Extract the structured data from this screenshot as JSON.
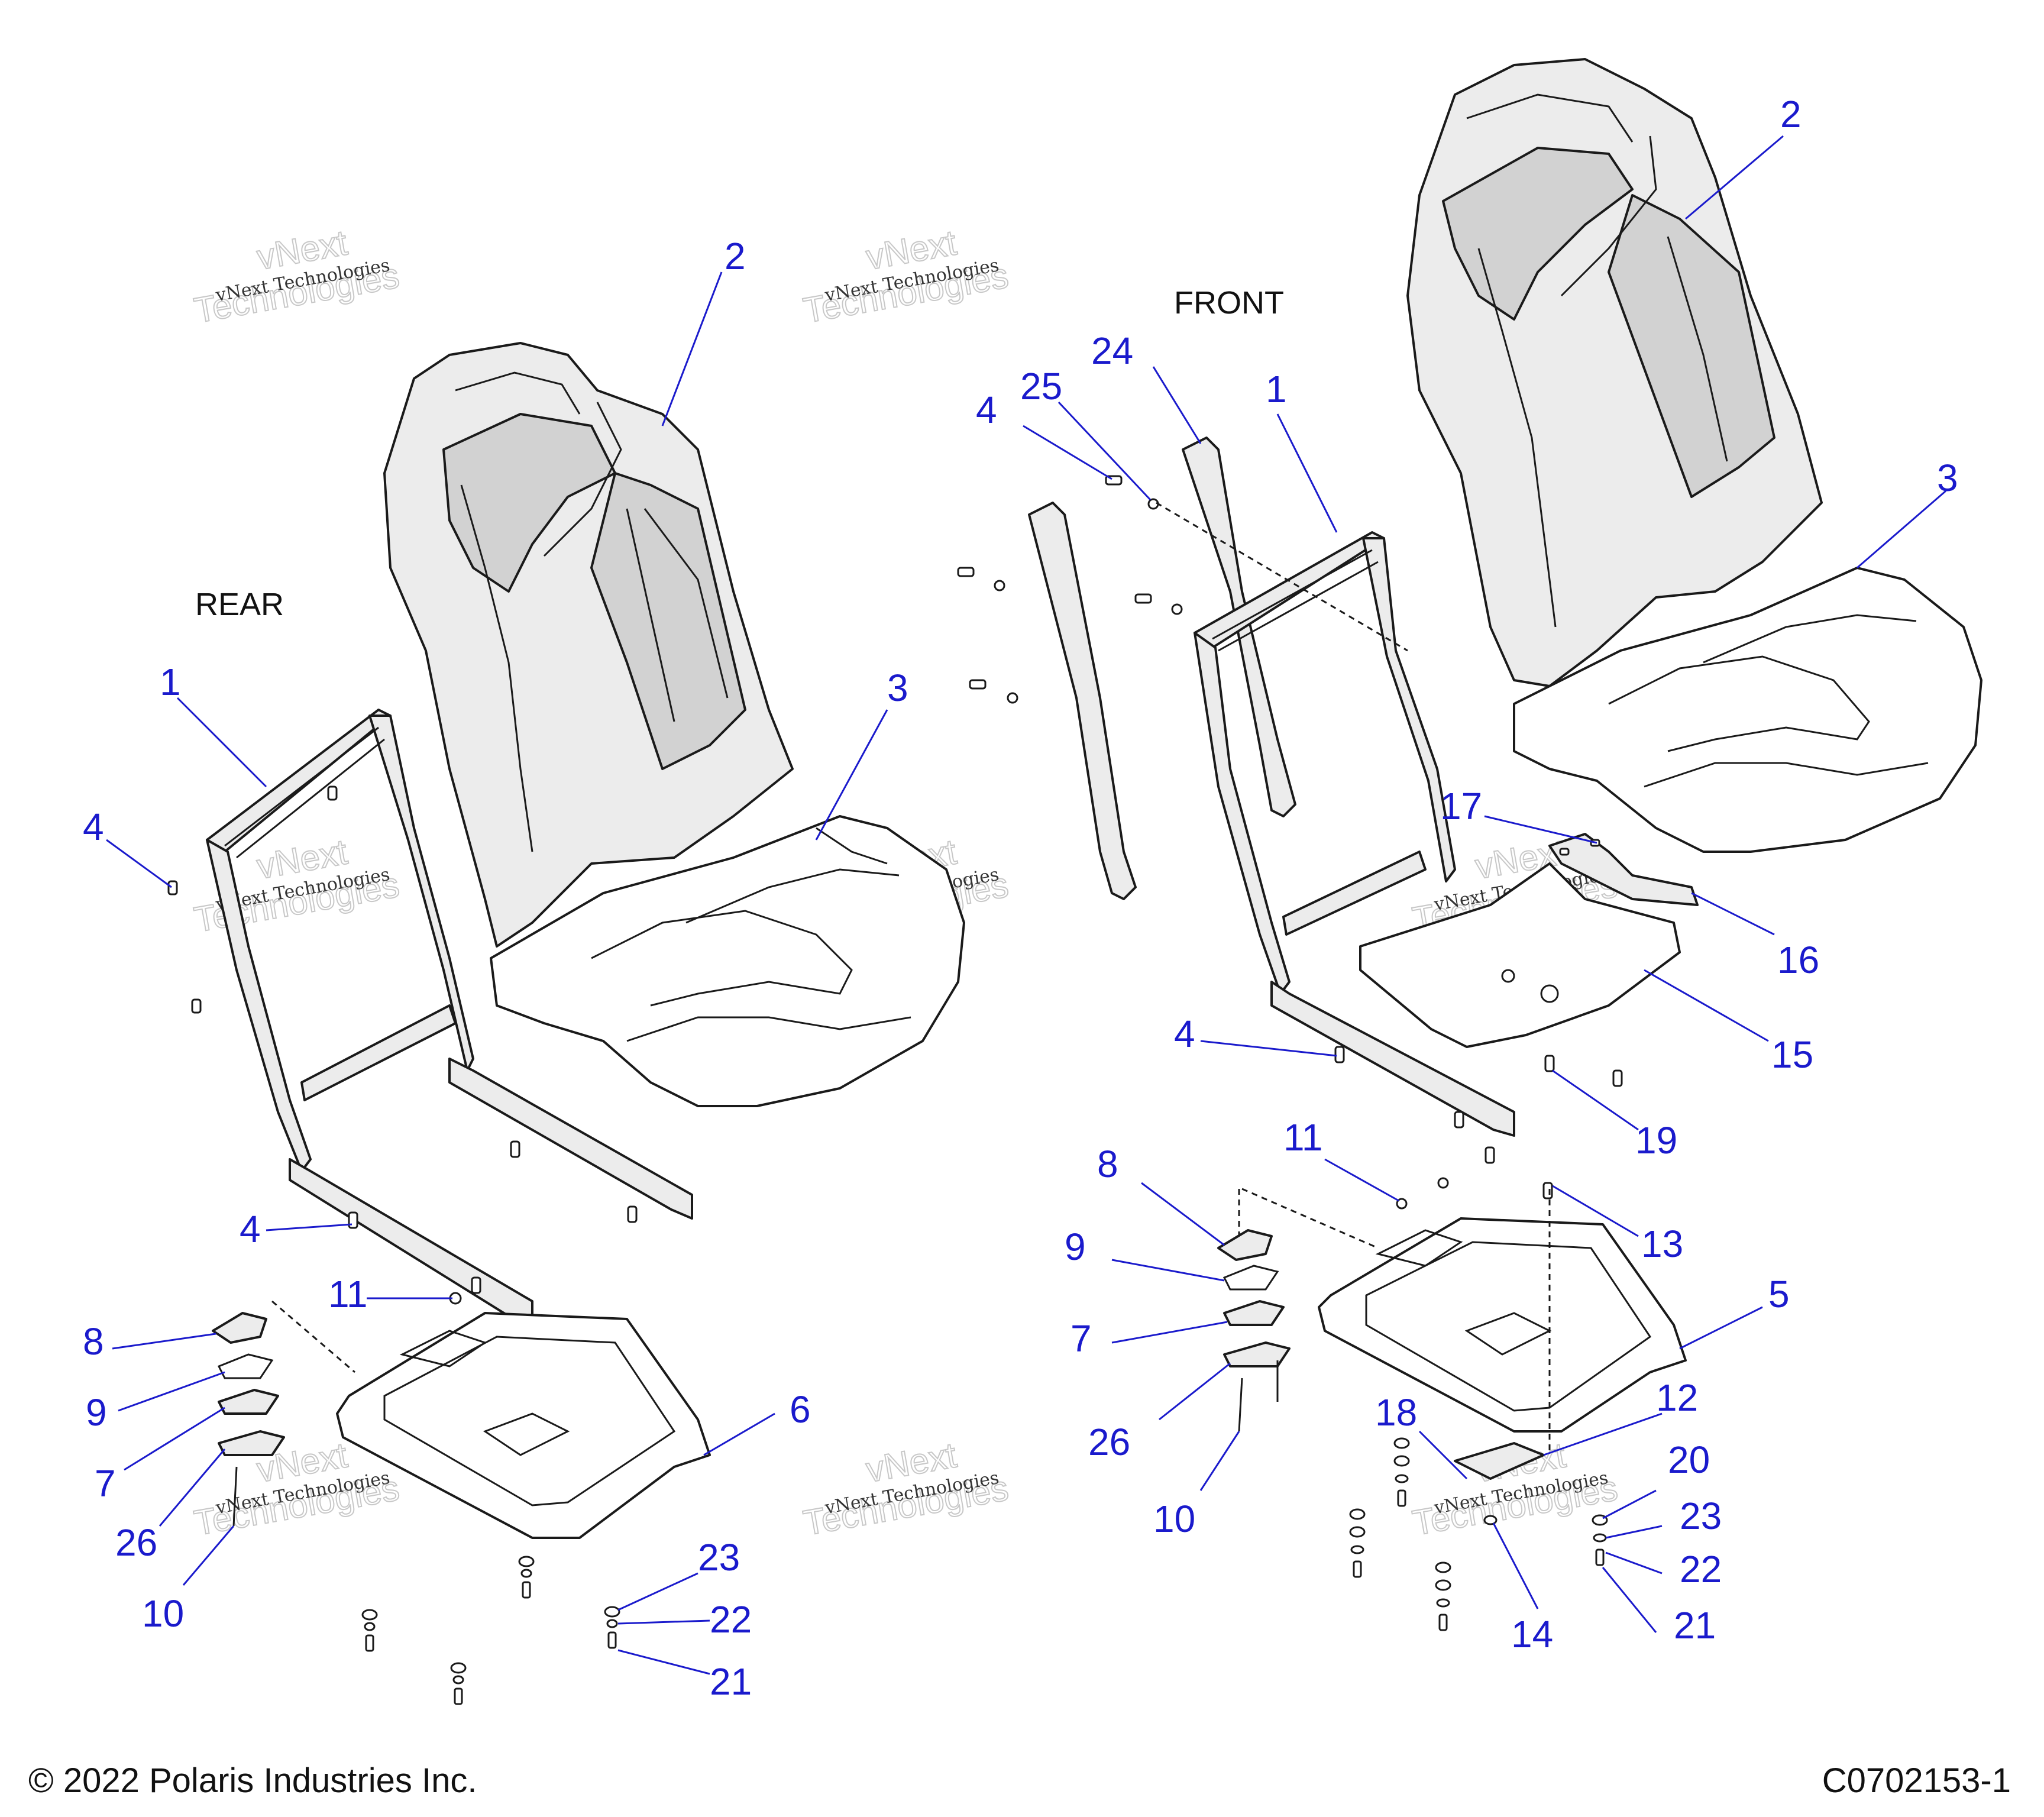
{
  "labels": {
    "rear": "REAR",
    "front": "FRONT"
  },
  "footer": {
    "copyright": "© 2022 Polaris Industries Inc.",
    "code": "C0702153-1"
  },
  "watermark": {
    "small": "vNext Technologies",
    "big_line1": "vNext",
    "big_line2": "Technologies"
  },
  "callouts": {
    "rear": [
      "2",
      "3",
      "1",
      "4",
      "4",
      "11",
      "8",
      "9",
      "7",
      "26",
      "10",
      "6",
      "23",
      "22",
      "21"
    ],
    "front": [
      "24",
      "25",
      "4",
      "1",
      "2",
      "3",
      "17",
      "16",
      "15",
      "4",
      "19",
      "8",
      "11",
      "9",
      "13",
      "5",
      "7",
      "26",
      "10",
      "18",
      "12",
      "20",
      "23",
      "22",
      "21",
      "14"
    ]
  }
}
